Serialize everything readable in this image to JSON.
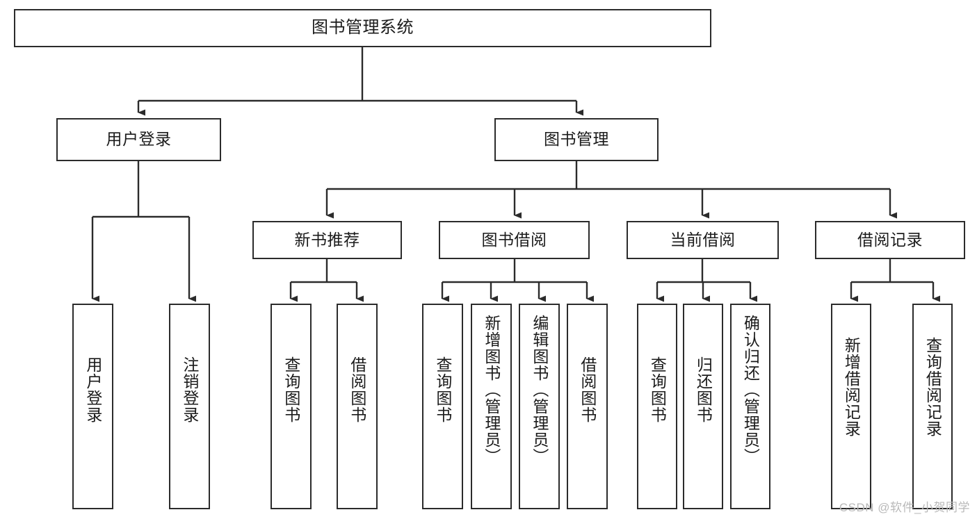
{
  "diagram": {
    "type": "tree-hierarchy-chart",
    "title": "图书管理系统",
    "orientation": "top-down",
    "box_fill": "#ffffff",
    "box_stroke": "#2b2b2b",
    "text_color": "#1b1b1b",
    "nodes": {
      "root": {
        "label": "图书管理系统"
      },
      "level2": [
        {
          "id": "user-login",
          "label": "用户登录"
        },
        {
          "id": "book-management",
          "label": "图书管理"
        }
      ],
      "level3": [
        {
          "id": "new-book-recommend",
          "label": "新书推荐"
        },
        {
          "id": "book-borrow",
          "label": "图书借阅"
        },
        {
          "id": "current-borrow",
          "label": "当前借阅"
        },
        {
          "id": "borrow-record",
          "label": "借阅记录"
        }
      ],
      "leaves": {
        "user-login": [
          {
            "id": "leaf-user-login",
            "label": "用户登录"
          },
          {
            "id": "leaf-logout-login",
            "label": "注销登录"
          }
        ],
        "new-book-recommend": [
          {
            "id": "leaf-query-book-1",
            "label": "查询图书"
          },
          {
            "id": "leaf-borrow-book-1",
            "label": "借阅图书"
          }
        ],
        "book-borrow": [
          {
            "id": "leaf-query-book-2",
            "label": "查询图书"
          },
          {
            "id": "leaf-add-book-admin",
            "label": "新增图书（管理员）"
          },
          {
            "id": "leaf-edit-book-admin",
            "label": "编辑图书（管理员）"
          },
          {
            "id": "leaf-borrow-book-2",
            "label": "借阅图书"
          }
        ],
        "current-borrow": [
          {
            "id": "leaf-query-book-3",
            "label": "查询图书"
          },
          {
            "id": "leaf-return-book",
            "label": "归还图书"
          },
          {
            "id": "leaf-confirm-return-admin",
            "label": "确认归还（管理员）"
          }
        ],
        "borrow-record": [
          {
            "id": "leaf-add-borrow-record",
            "label": "新增借阅记录"
          },
          {
            "id": "leaf-query-borrow-record",
            "label": "查询借阅记录"
          }
        ]
      }
    }
  },
  "watermark": {
    "text": "CSDN @软件_小贺同学"
  }
}
